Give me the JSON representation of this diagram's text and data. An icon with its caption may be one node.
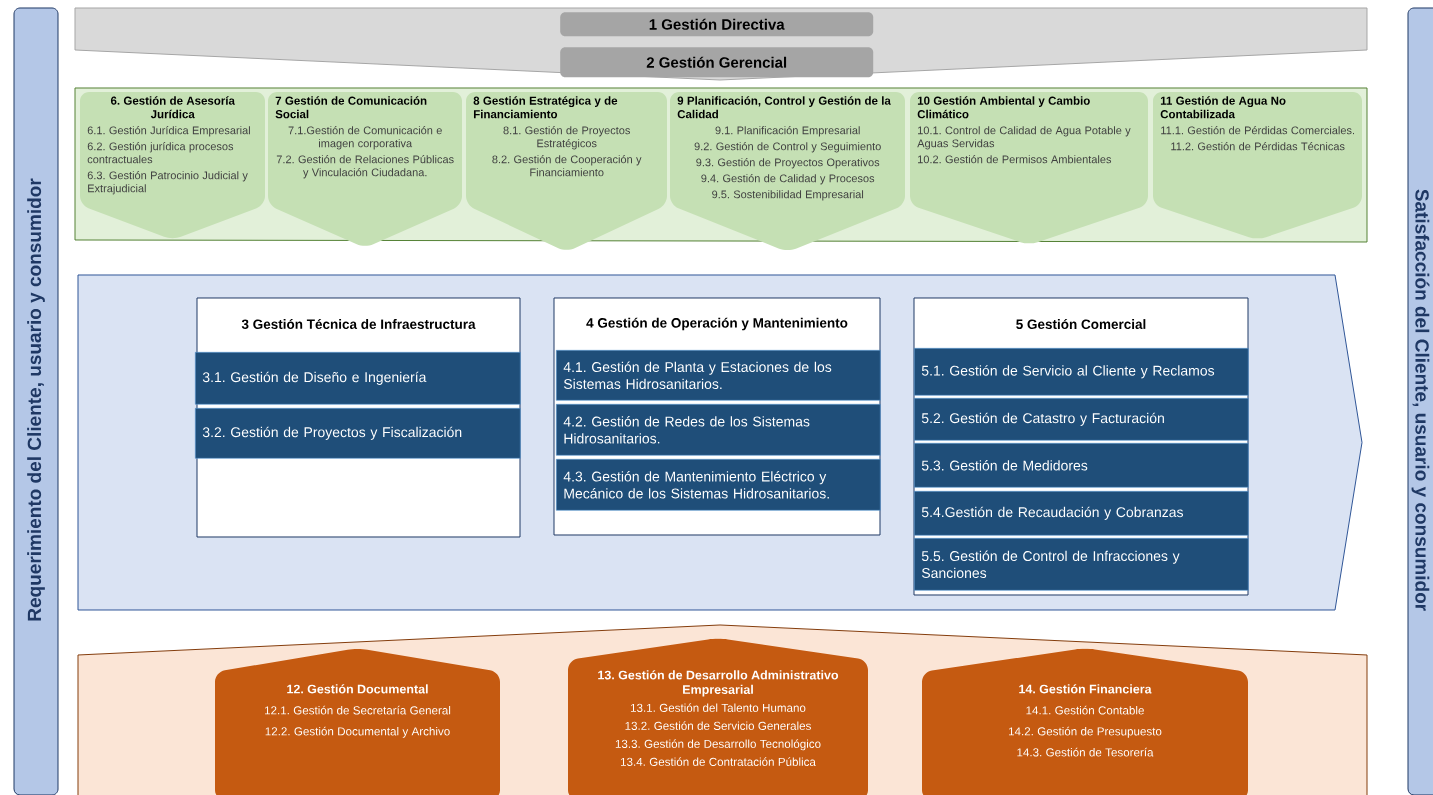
{
  "diagram": {
    "nodes": [
      {
        "text": [
          "Requerimiento del Cliente, usuario y consumidor"
        ]
      },
      {
        "text": [
          "Satisfacción del Cliente, usuario y consumidor"
        ]
      },
      {
        "text": [],
        "shape": "chevron"
      },
      {
        "text": [
          "1 Gestión Directiva"
        ],
        "in": 2
      },
      {
        "text": [
          "2 Gestión Gerencial"
        ],
        "in": 2
      },
      {
        "text": [],
        "shape": "band"
      },
      {
        "text": [
          "6. Gestión de Asesoría Jurídica",
          "6.1. Gestión Jurídica Empresarial",
          "6.2. Gestión jurídica procesos contractuales",
          "6.3. Gestión Patrocinio Judicial y Extrajudicial"
        ],
        "in": 5
      },
      {
        "text": [
          "7 Gestión de Comunicación Social",
          "7.1.Gestión de Comunicación e imagen corporativa",
          "7.2. Gestión de Relaciones Públicas y Vinculación Ciudadana."
        ],
        "in": 5
      },
      {
        "text": [
          "8 Gestión Estratégica y de Financiamiento",
          "8.1. Gestión de Proyectos Estratégicos",
          "8.2. Gestión de Cooperación y Financiamiento"
        ],
        "in": 5
      },
      {
        "text": [
          "9 Planificación, Control y Gestión de la Calidad",
          "9.1. Planificación Empresarial",
          "9.2. Gestión de Control y Seguimiento",
          "9.3. Gestión de Proyectos Operativos",
          "9.4. Gestión de Calidad y Procesos",
          "9.5. Sostenibilidad Empresarial"
        ],
        "in": 5
      },
      {
        "text": [
          "10 Gestión Ambiental y Cambio Climático",
          "10.1. Control de Calidad de Agua Potable y Aguas Servidas",
          "10.2. Gestión de Permisos Ambientales"
        ],
        "in": 5
      },
      {
        "text": [
          "11 Gestión de Agua No Contabilizada",
          "11.1. Gestión de Pérdidas Comerciales.",
          "11.2. Gestión de Pérdidas Técnicas"
        ],
        "in": 5
      },
      {
        "text": [],
        "shape": "arrow"
      },
      {
        "text": [
          "3 Gestión Técnica de Infraestructura"
        ],
        "in": 12
      },
      {
        "text": [
          "3.1. Gestión de Diseño e Ingeniería"
        ],
        "in": 13
      },
      {
        "text": [
          "3.2. Gestión de Proyectos y Fiscalización"
        ],
        "in": 13
      },
      {
        "text": [
          "4 Gestión de Operación y Mantenimiento"
        ],
        "in": 12
      },
      {
        "text": [
          "4.1. Gestión de Planta y Estaciones de los Sistemas Hidrosanitarios."
        ],
        "in": 16
      },
      {
        "text": [
          "4.2. Gestión de Redes de los Sistemas Hidrosanitarios."
        ],
        "in": 16
      },
      {
        "text": [
          "4.3. Gestión de Mantenimiento Eléctrico y Mecánico de los Sistemas Hidrosanitarios."
        ],
        "in": 16
      },
      {
        "text": [
          "5 Gestión Comercial"
        ],
        "in": 12
      },
      {
        "text": [
          "5.1. Gestión de Servicio al Cliente y Reclamos"
        ],
        "in": 20
      },
      {
        "text": [
          "5.2. Gestión de Catastro y Facturación"
        ],
        "in": 20
      },
      {
        "text": [
          "5.3. Gestión de Medidores"
        ],
        "in": 20
      },
      {
        "text": [
          "5.4.Gestión de Recaudación y Cobranzas"
        ],
        "in": 20
      },
      {
        "text": [
          "5.5. Gestión de Control de Infracciones y Sanciones"
        ],
        "in": 20
      },
      {
        "text": [],
        "shape": "band"
      },
      {
        "text": [
          "12. Gestión Documental",
          "12.1. Gestión de Secretaría General",
          "12.2. Gestión Documental y Archivo"
        ],
        "in": 26
      },
      {
        "text": [
          "13. Gestión de Desarrollo Administrativo Empresarial",
          "13.1. Gestión del Talento Humano",
          "13.2. Gestión de Servicio Generales",
          "13.3. Gestión de Desarrollo Tecnológico",
          "13.4. Gestión de Contratación Pública"
        ],
        "in": 26
      },
      {
        "text": [
          "14. Gestión Financiera",
          "14.1. Gestión Contable",
          "14.2. Gestión de Presupuesto",
          "14.3. Gestión de Tesorería"
        ],
        "in": 26
      }
    ]
  }
}
